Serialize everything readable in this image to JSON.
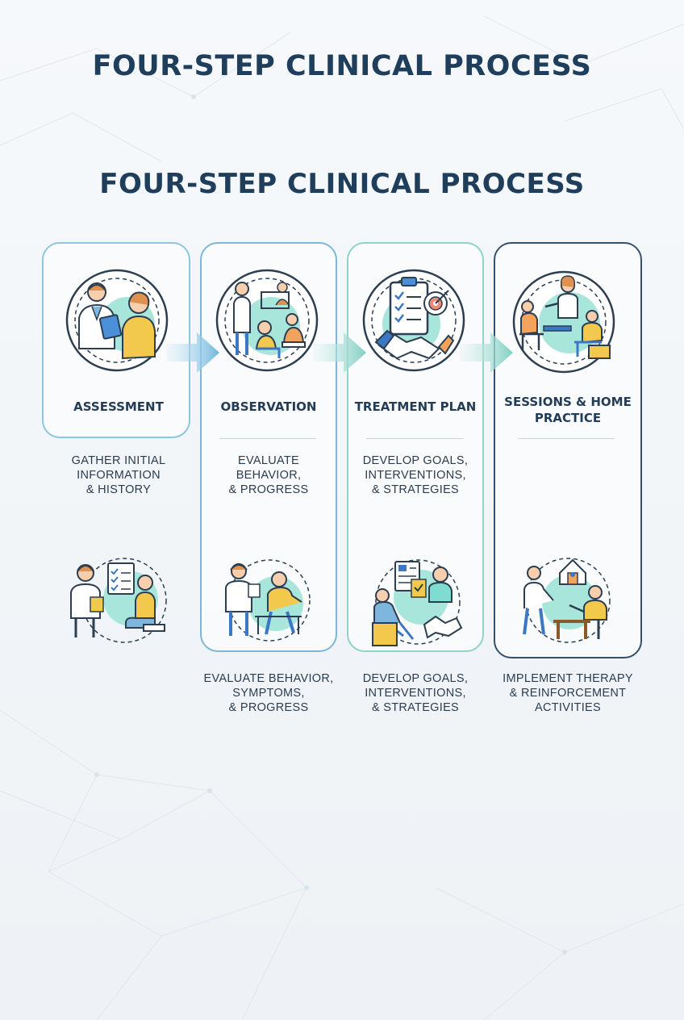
{
  "header": {
    "title": "FOUR-STEP CLINICAL PROCESS",
    "subtitle": "FOUR-STEP CLINICAL PROCESS"
  },
  "colors": {
    "navy": "#1f3e5c",
    "teal_blob": "#7fdcd0",
    "accent_orange": "#f3a35c",
    "accent_yellow": "#f2c94c",
    "accent_blue": "#3b78c4"
  },
  "steps": [
    {
      "label": "ASSESSMENT",
      "description": [
        "GATHER INITIAL",
        "INFORMATION",
        "& HISTORY"
      ],
      "icon_top": "doctor-patient-clipboard-icon",
      "icon_bottom": "doctor-checklist-patient-icon"
    },
    {
      "label": "OBSERVATION",
      "description": [
        "EVALUATE",
        "BEHAVIOR,",
        "& PROGRESS"
      ],
      "bottom_description": [
        "EVALUATE BEHAVIOR,",
        "SYMPTOMS,",
        "& PROGRESS"
      ],
      "icon_top": "observation-activities-icon",
      "icon_bottom": "doctor-observing-patient-icon"
    },
    {
      "label": "TREATMENT PLAN",
      "description": [
        "DEVELOP GOALS,",
        "INTERVENTIONS,",
        "& STRATEGIES"
      ],
      "bottom_description": [
        "DEVELOP GOALS,",
        "INTERVENTIONS,",
        "& STRATEGIES"
      ],
      "icon_top": "clipboard-target-handshake-icon",
      "icon_bottom": "planning-handshake-icon"
    },
    {
      "label_lines": [
        "SESSIONS & HOME",
        "PRACTICE"
      ],
      "bottom_description": [
        "IMPLEMENT THERAPY",
        "& REINFORCEMENT",
        "ACTIVITIES"
      ],
      "icon_top": "therapy-session-icon",
      "icon_bottom": "home-practice-icon"
    }
  ],
  "connectors": [
    "arrow-right-icon",
    "arrow-right-icon",
    "arrow-right-icon"
  ]
}
